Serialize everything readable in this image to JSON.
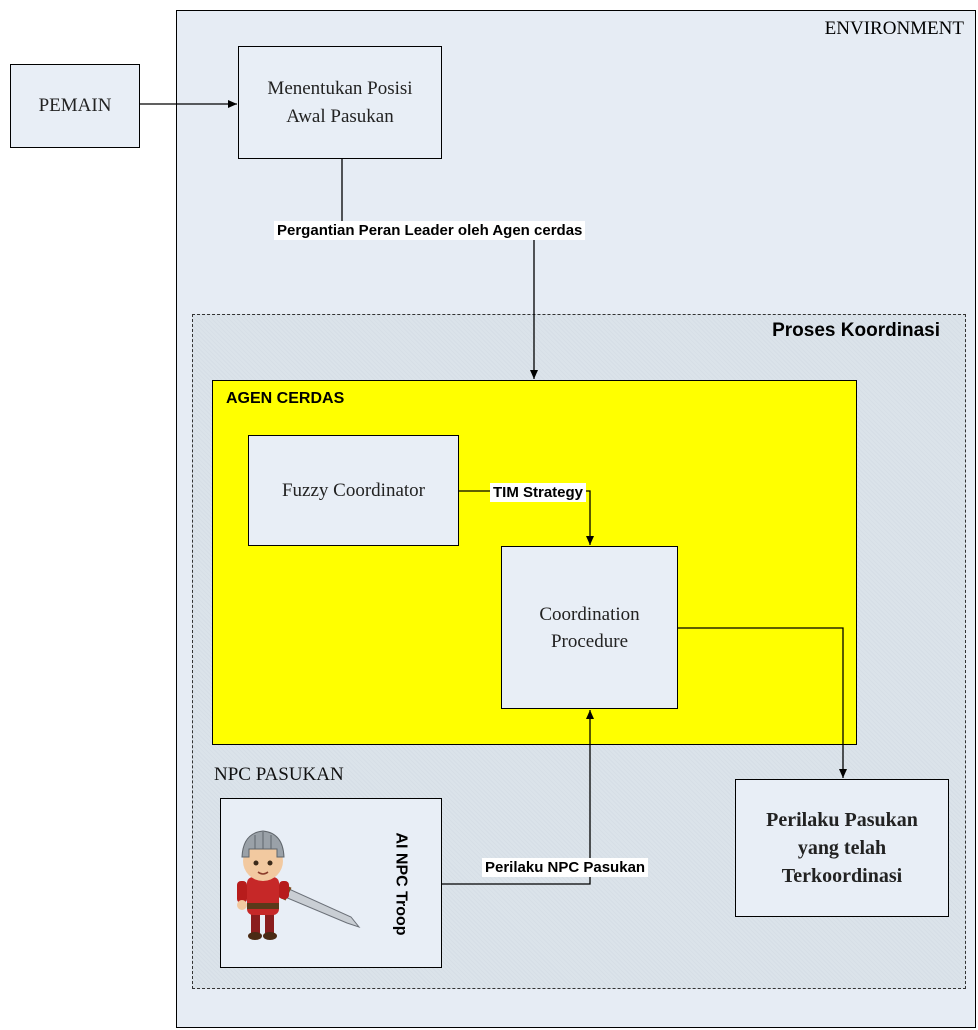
{
  "environment": {
    "label": "ENVIRONMENT"
  },
  "player": {
    "label": "PEMAIN"
  },
  "initial_position": {
    "line1": "Menentukan Posisi",
    "line2": "Awal Pasukan"
  },
  "leader_change": {
    "label": "Pergantian Peran Leader oleh Agen cerdas"
  },
  "coordination_process": {
    "label": "Proses Koordinasi"
  },
  "intelligent_agent": {
    "label": "AGEN CERDAS"
  },
  "fuzzy_coordinator": {
    "label": "Fuzzy Coordinator"
  },
  "tim_strategy": {
    "label": "TIM Strategy"
  },
  "coordination_procedure": {
    "line1": "Coordination",
    "line2": "Procedure"
  },
  "npc_group": {
    "label": "NPC PASUKAN"
  },
  "npc_troop": {
    "label": "AI NPC Troop"
  },
  "npc_behavior": {
    "label": "Perilaku NPC Pasukan"
  },
  "coordinated_behavior": {
    "line1": "Perilaku Pasukan",
    "line2": "yang telah",
    "line3": "Terkoordinasi"
  }
}
